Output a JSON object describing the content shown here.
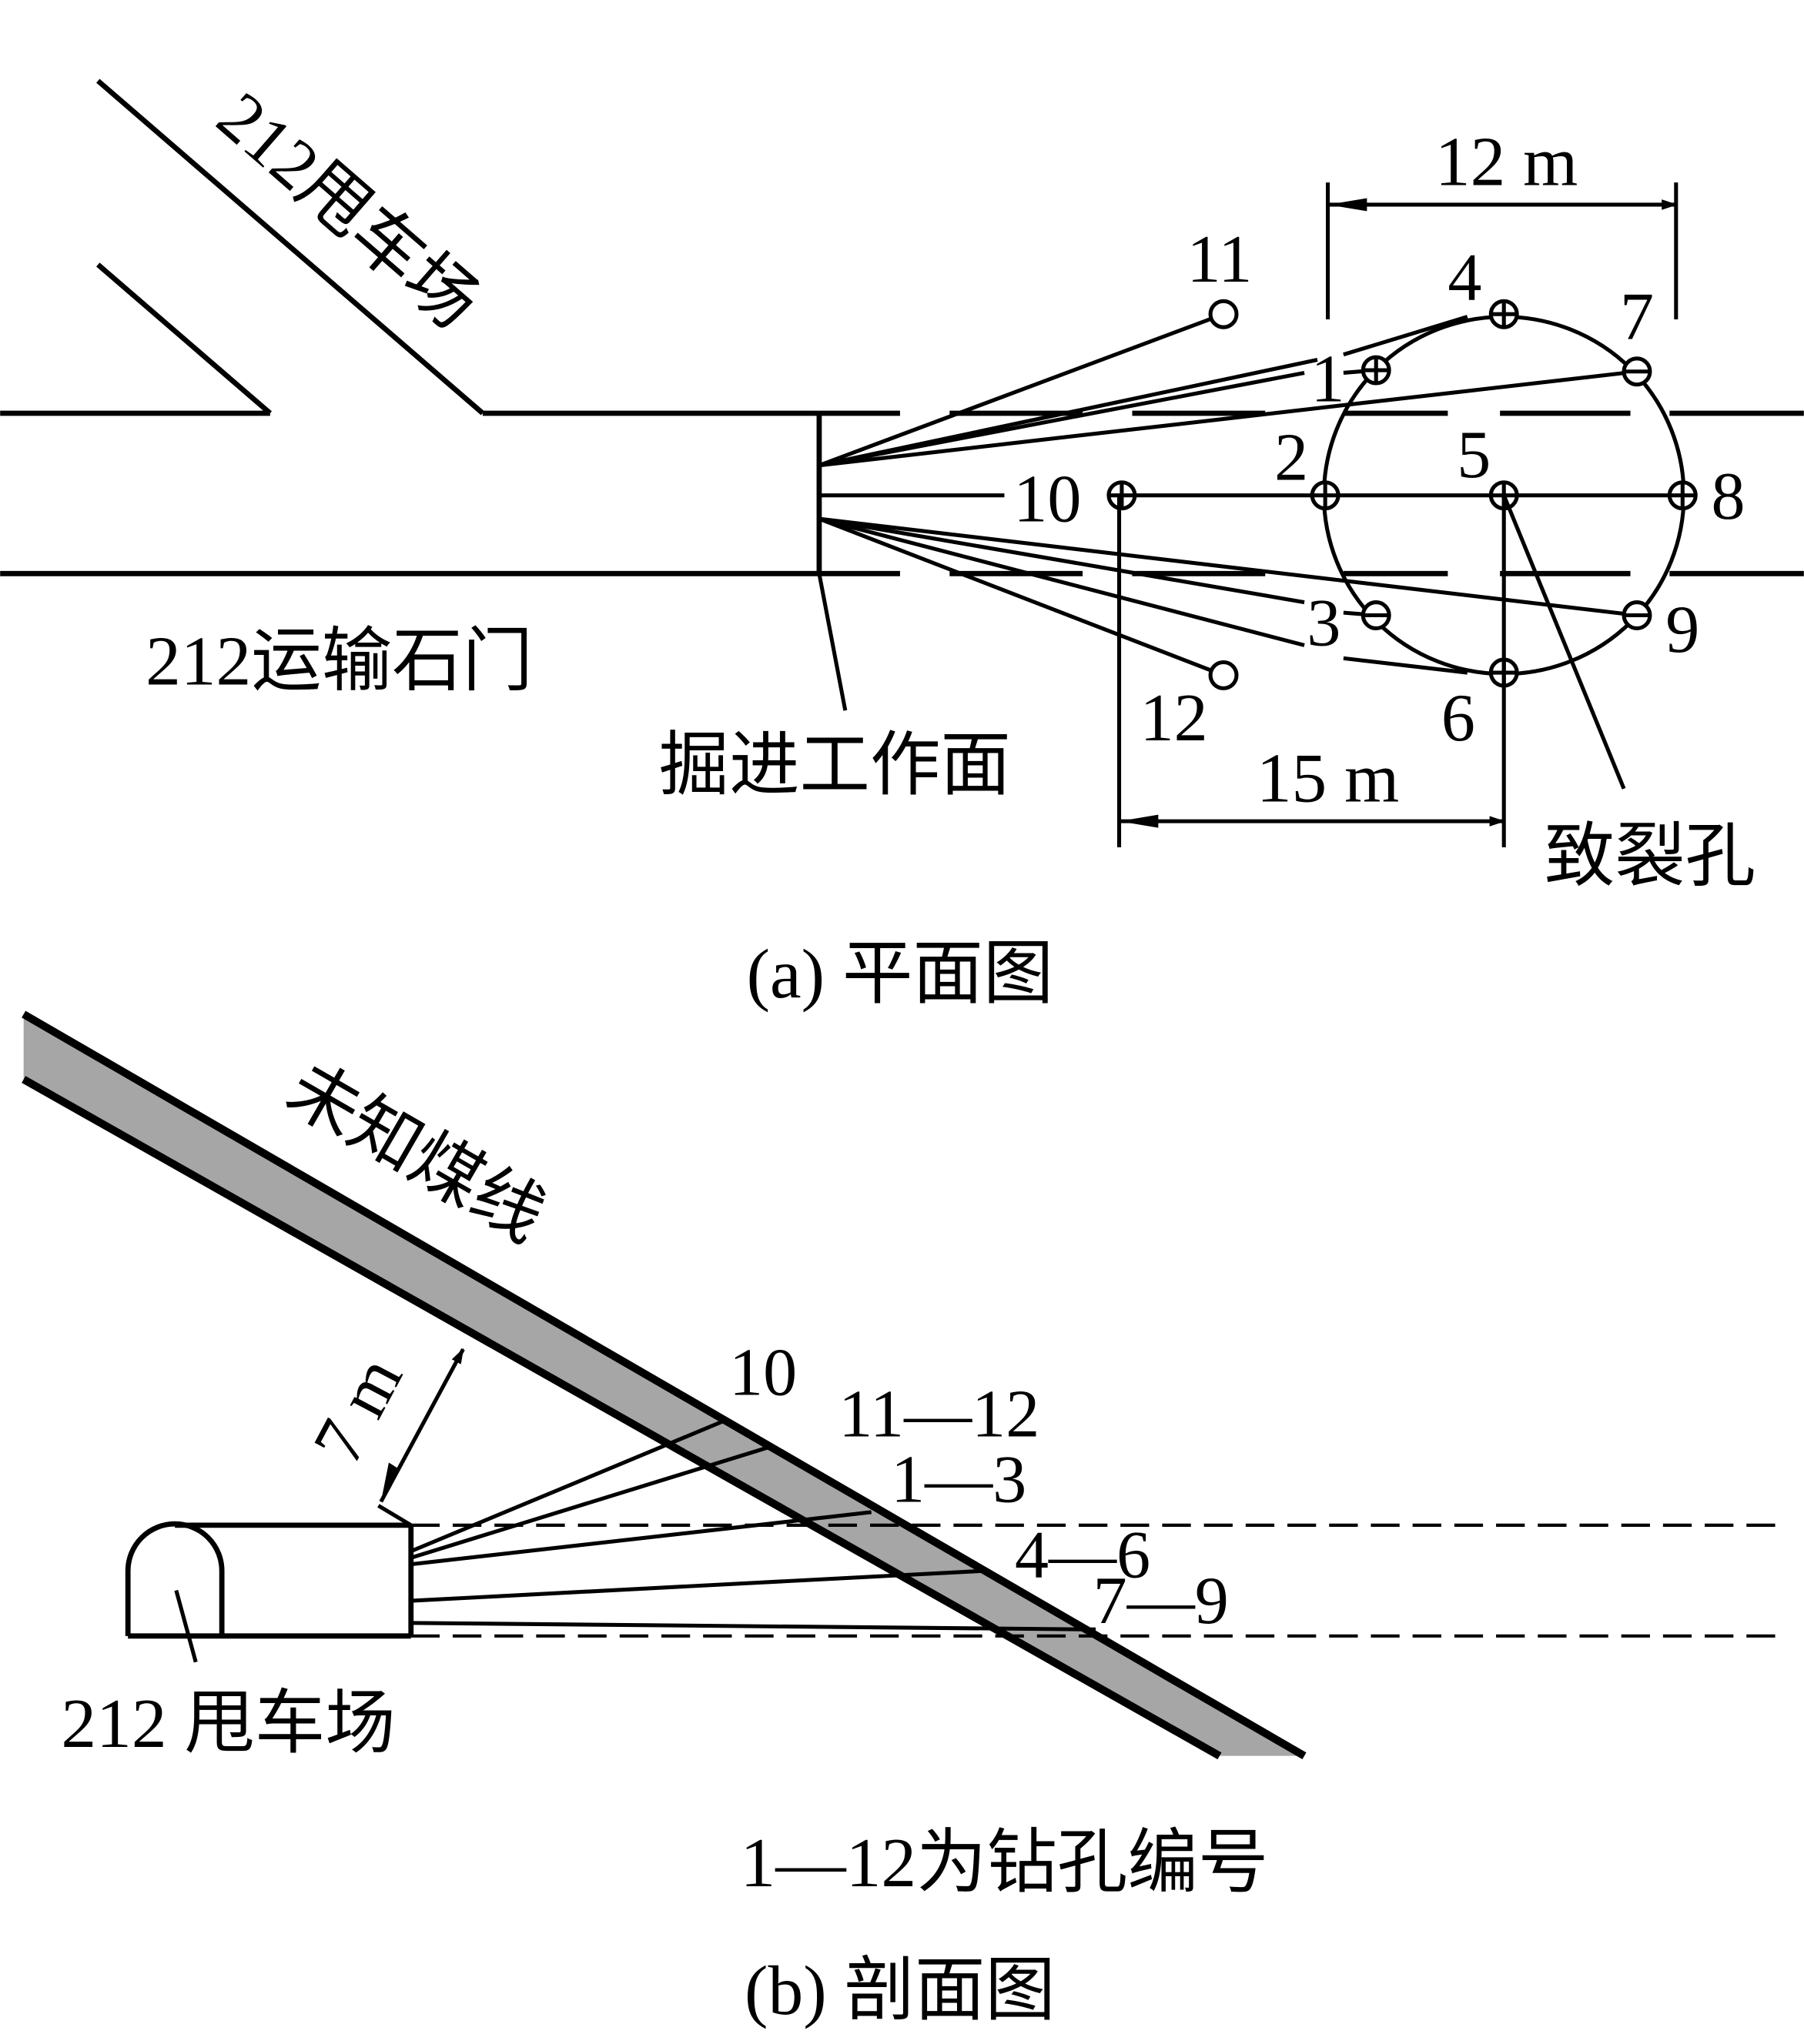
{
  "plan": {
    "roadway_branch": "212甩车场",
    "main_roadway": "212运输石门",
    "face_label": "掘进工作面",
    "hole_label": "致裂孔",
    "dim_width": "12 m",
    "dim_length": "15 m",
    "holes": {
      "h1": "1",
      "h2": "2",
      "h3": "3",
      "h4": "4",
      "h5": "5",
      "h6": "6",
      "h7": "7",
      "h8": "8",
      "h9": "9",
      "h10": "10",
      "h11": "11",
      "h12": "12"
    },
    "caption": "(a) 平面图"
  },
  "section": {
    "seam_label": "未知煤线",
    "dim_distance": "7 m",
    "group_10": "10",
    "group_11_12": "11—12",
    "group_1_3": "1—3",
    "group_4_6": "4—6",
    "group_7_9": "7—9",
    "roadway_label": "212 甩车场",
    "note": "1—12为钻孔编号",
    "caption": "(b) 剖面图"
  },
  "colors": {
    "seam_fill": "#a6a6a6",
    "line": "#000000"
  }
}
